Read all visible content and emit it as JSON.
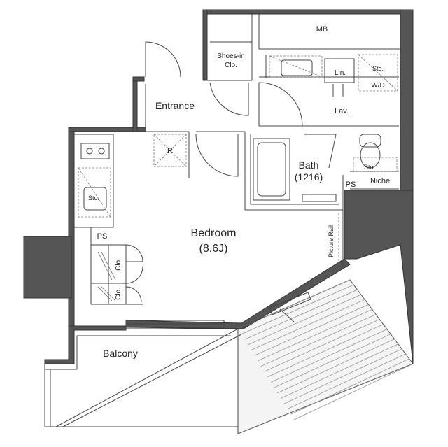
{
  "rooms": {
    "mb": "MB",
    "shoes_in": "Shoes-in",
    "shoes_clo": "Clo.",
    "lin": "Lin.",
    "sto_lav": "Sto.",
    "wd": "W/D",
    "entrance": "Entrance",
    "lav": "Lav.",
    "r": "R",
    "bath": "Bath",
    "bath_size": "(1216)",
    "sto_wc": "Sto.",
    "ps_right": "PS",
    "niche": "Niche",
    "sto_kitchen": "Sto.",
    "ps_left": "PS",
    "clo_a": "Clo.",
    "clo_b": "Clo.",
    "bedroom": "Bedroom",
    "bedroom_size": "(8.6J)",
    "picture_rail": "Picture Rail",
    "balcony": "Balcony"
  }
}
